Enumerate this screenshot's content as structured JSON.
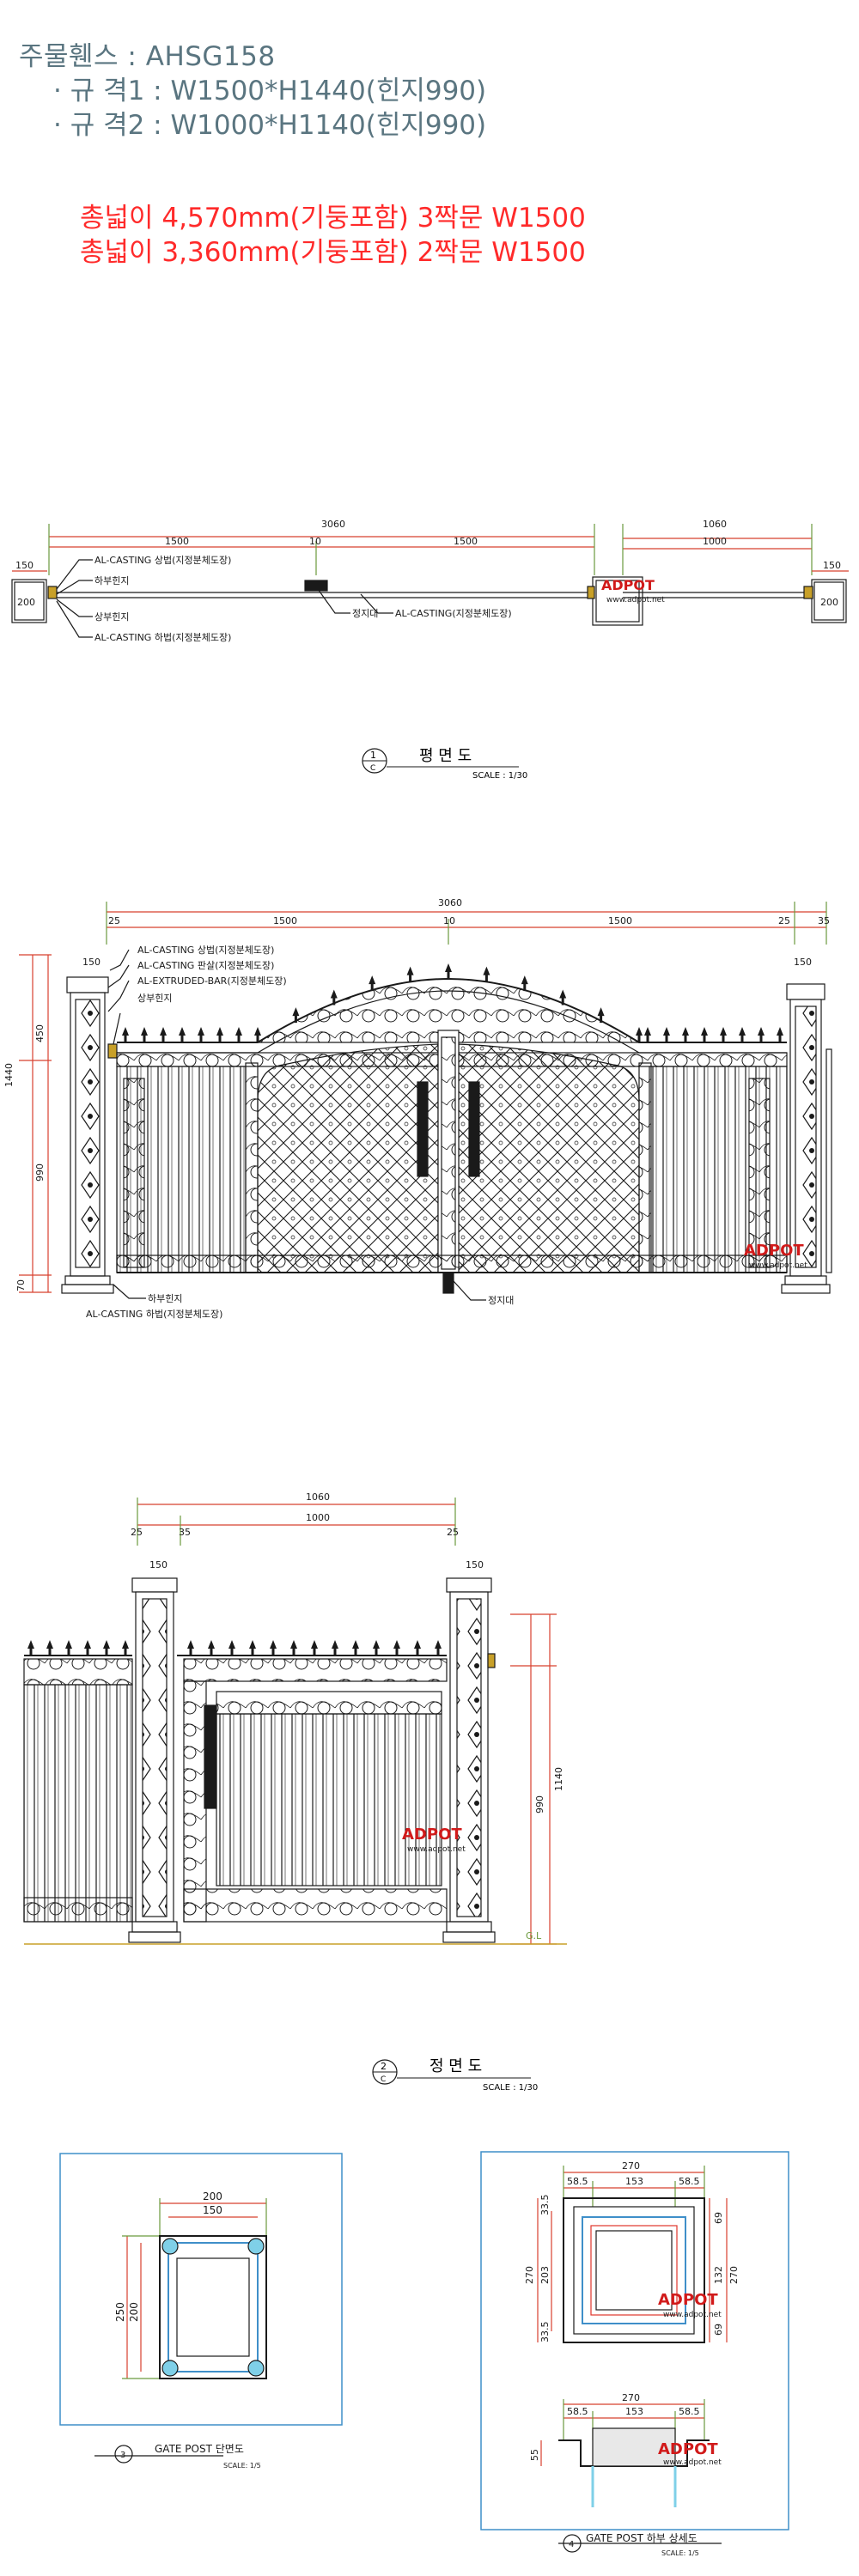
{
  "header": {
    "model": "주물휀스 : AHSG158",
    "spec1": "· 규 격1 : W1500*H1440(힌지990)",
    "spec2": "· 규 격2 : W1000*H1140(힌지990)",
    "total1": "총넓이 4,570mm(기둥포함) 3짝문 W1500",
    "total2": "총넓이 3,360mm(기둥포함) 2짝문 W1500"
  },
  "watermark": {
    "brand": "ADPOT",
    "url": "www.adpot.net"
  },
  "plan": {
    "dims": {
      "total": "3060",
      "half_left": "1500",
      "gap": "10",
      "half_right": "1500",
      "small_total": "1060",
      "small_inner": "1000",
      "post_left": "150",
      "post_right": "150",
      "post_size_left": "200",
      "post_size_right": "200"
    },
    "labels": {
      "upper_bar": "AL-CASTING 상법(지정분체도장)",
      "bottom_hinge": "하부힌지",
      "upper_hinge": "상부힌지",
      "lower_bar": "AL-CASTING 하법(지정분체도장)",
      "stopper": "정지대",
      "casting": "AL-CASTING(지정분체도장)"
    },
    "title": "평  면  도",
    "number": "1",
    "sheet": "C",
    "scale": "SCALE : 1/30"
  },
  "front": {
    "dims": {
      "total": "3060",
      "edge_l": "25",
      "half_left": "1500",
      "gap": "10",
      "half_right": "1500",
      "edge_r": "25",
      "edge_r2": "35",
      "post_l": "150",
      "post_r": "150",
      "h_total": "1440",
      "h_top": "450",
      "h_mid": "990",
      "h_bot": "70"
    },
    "labels": {
      "upper_bar": "AL-CASTING 상법(지정분체도장)",
      "panel": "AL-CASTING 판살(지정분체도장)",
      "bar": "AL-EXTRUDED-BAR(지정분체도장)",
      "upper_hinge": "상부힌지",
      "bottom_hinge": "하부힌지",
      "stopper": "정지대",
      "lower_bar": "AL-CASTING 하법(지정분체도장)"
    }
  },
  "side": {
    "dims": {
      "total": "1060",
      "inner": "1000",
      "e1": "25",
      "e2": "35",
      "e3": "25",
      "post_l": "150",
      "post_r": "150",
      "h_total": "1140",
      "h_mid": "990"
    },
    "gl": "G.L",
    "title": "정  면  도",
    "number": "2",
    "sheet": "C",
    "scale": "SCALE : 1/30"
  },
  "post_section": {
    "dims": {
      "w_outer": "200",
      "w_inner": "150",
      "h_outer": "250",
      "h_inner": "200"
    },
    "number": "3",
    "title": "GATE POST 단면도",
    "scale": "SCALE: 1/5"
  },
  "post_detail": {
    "dims": {
      "top_total": "270",
      "a": "58.5",
      "b": "153",
      "c": "58.5",
      "v1": "33.5",
      "v_total": "270",
      "v_mid": "203",
      "v2": "33.5",
      "r1": "69",
      "r_mid": "132",
      "r2": "69",
      "r_total": "270",
      "bot_total": "270",
      "ba": "58.5",
      "bb": "153",
      "bc": "58.5",
      "bh": "55"
    },
    "number": "4",
    "title": "GATE POST 하부 상세도",
    "scale": "SCALE: 1/5"
  },
  "colors": {
    "line": "#1a1a1a",
    "red_dim": "#d8402f",
    "green_dim": "#6b9a3d",
    "post_frame": "#3f8fc9",
    "accent_red": "#e0352b",
    "gold": "#c8a028",
    "watermark_red": "#d11a1a",
    "text_grey": "#5a7580",
    "text_red": "#ff2a2a"
  }
}
